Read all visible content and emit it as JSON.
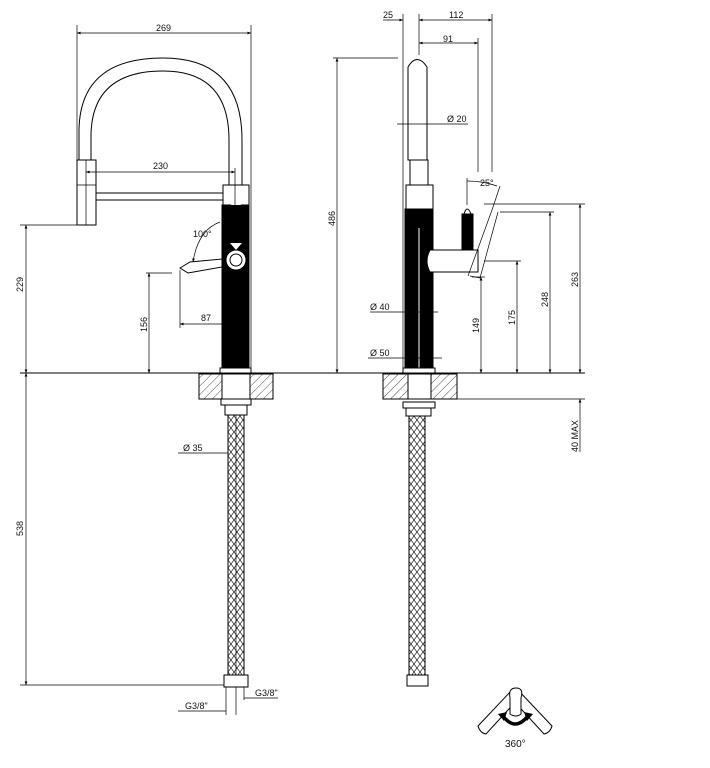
{
  "side_view": {
    "width_total": "269",
    "spout_reach": "230",
    "handle_angle": "100°",
    "spray_height": "229",
    "handle_height": "156",
    "handle_reach": "87",
    "hose_diameter": "Ø 35",
    "hose_length": "538",
    "connection_left": "G3/8\"",
    "connection_right": "G3/8\""
  },
  "front_view": {
    "offset_left": "25",
    "depth_total": "112",
    "depth_handle": "91",
    "tube_diameter": "Ø 20",
    "handle_tilt": "25°",
    "total_height": "486",
    "body_diameter": "Ø 40",
    "base_diameter": "Ø 50",
    "h_149": "149",
    "h_175": "175",
    "h_248": "248",
    "h_263": "263",
    "deck_thickness": "40 MAX"
  },
  "rotation": {
    "label": "360°"
  }
}
